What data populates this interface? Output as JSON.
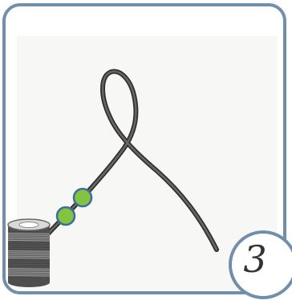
{
  "step": {
    "number": "3"
  },
  "colors": {
    "frame_border": "#6f8fac",
    "panel_background": "#f7f7f6",
    "wire": "#4a4845",
    "bead_fill": "#82c341",
    "bead_stroke": "#3d6d9b",
    "spool": "#7a7a7a"
  },
  "illustration": {
    "beads_on_wire": 2,
    "icons": [
      "wire-loop",
      "bead",
      "wire-spool"
    ]
  }
}
